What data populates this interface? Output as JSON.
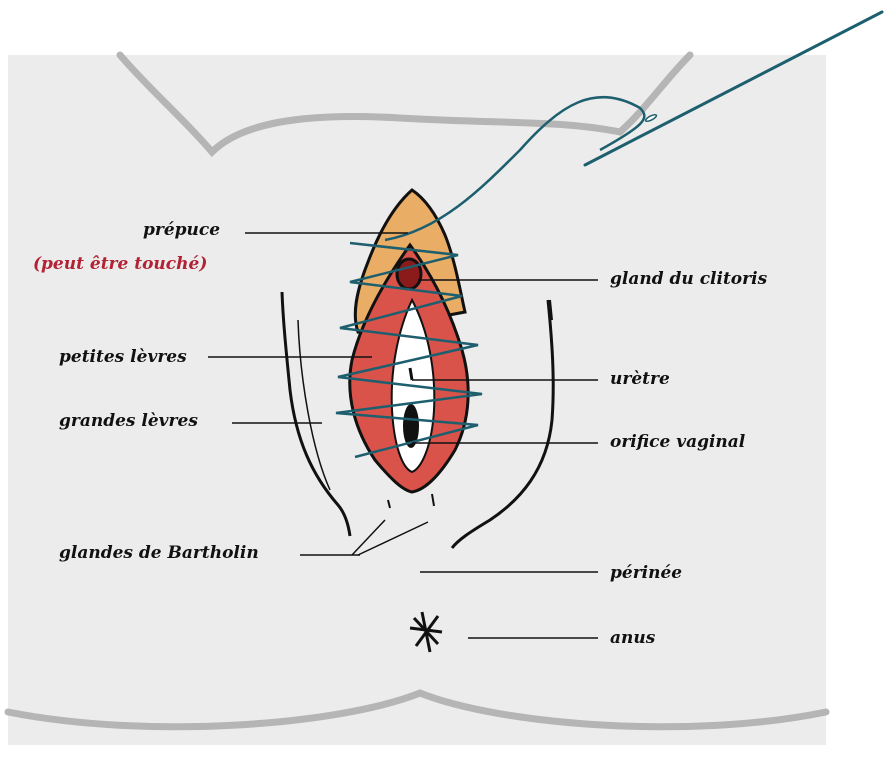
{
  "colors": {
    "background_panel": "#ececec",
    "body_outline": "#b5b5b5",
    "prepuce_fill": "#e9ad66",
    "labia_fill": "#d9534b",
    "thread": "#1d5f6e",
    "ink": "#111111",
    "note": "#b22234"
  },
  "labels": {
    "prepuce": "prépuce",
    "prepuce_note": "(peut être touché)",
    "clitoral_glans": "gland du clitoris",
    "labia_minora": "petites lèvres",
    "urethra": "urètre",
    "labia_majora": "grandes lèvres",
    "vaginal_opening": "orifice vaginal",
    "bartholin_glands": "glandes de Bartholin",
    "perineum": "périnée",
    "anus": "anus"
  }
}
